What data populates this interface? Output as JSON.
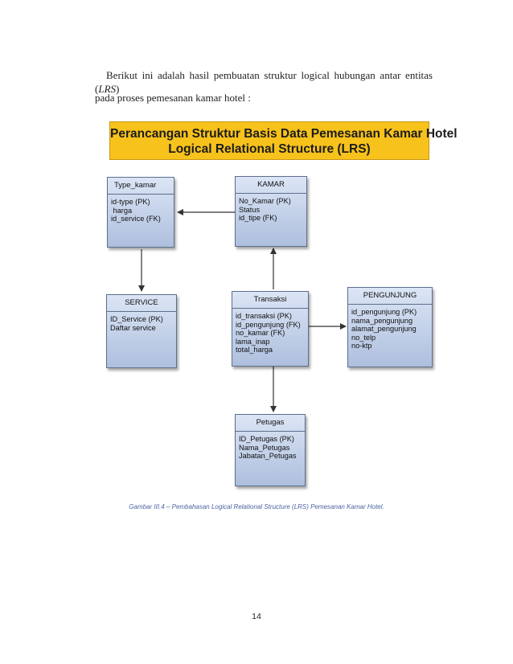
{
  "paragraph": {
    "line1": "Berikut ini adalah hasil pembuatan struktur logical hubungan antar entitas (LRS)",
    "line2": "pada proses pemesanan kamar hotel :"
  },
  "diagram": {
    "title_line1": "Perancangan Struktur Basis Data Pemesanan Kamar Hotel",
    "title_line2": "Logical Relational Structure (LRS)",
    "title_color": "#f7c21b",
    "entity_color": "#c3d1eb",
    "entities": {
      "type_kamar": {
        "name": "Type_kamar",
        "fields": [
          "id-type (PK)",
          " harga",
          "id_service (FK)"
        ]
      },
      "kamar": {
        "name": "KAMAR",
        "fields": [
          "No_Kamar (PK)",
          "Status",
          "id_tipe (FK)"
        ]
      },
      "service": {
        "name": "SERVICE",
        "fields": [
          "ID_Service (PK)",
          "Daftar service"
        ]
      },
      "transaksi": {
        "name": "Transaksi",
        "fields": [
          "id_transaksi (PK)",
          "id_pengunjung (FK)",
          "no_kamar (FK)",
          "lama_inap",
          "total_harga"
        ]
      },
      "pengunjung": {
        "name": "PENGUNJUNG",
        "fields": [
          "id_pengunjung (PK)",
          "nama_pengunjung",
          "alamat_pengunjung",
          "no_telp",
          "no-ktp"
        ]
      },
      "petugas": {
        "name": "Petugas",
        "fields": [
          "ID_Petugas (PK)",
          "Nama_Petugas",
          "Jabatan_Petugas"
        ]
      }
    }
  },
  "caption": "Gambar III.4 – Pembahasan Logical Relational Structure (LRS) Pemesanan Kamar Hotel.",
  "page_number": "14"
}
